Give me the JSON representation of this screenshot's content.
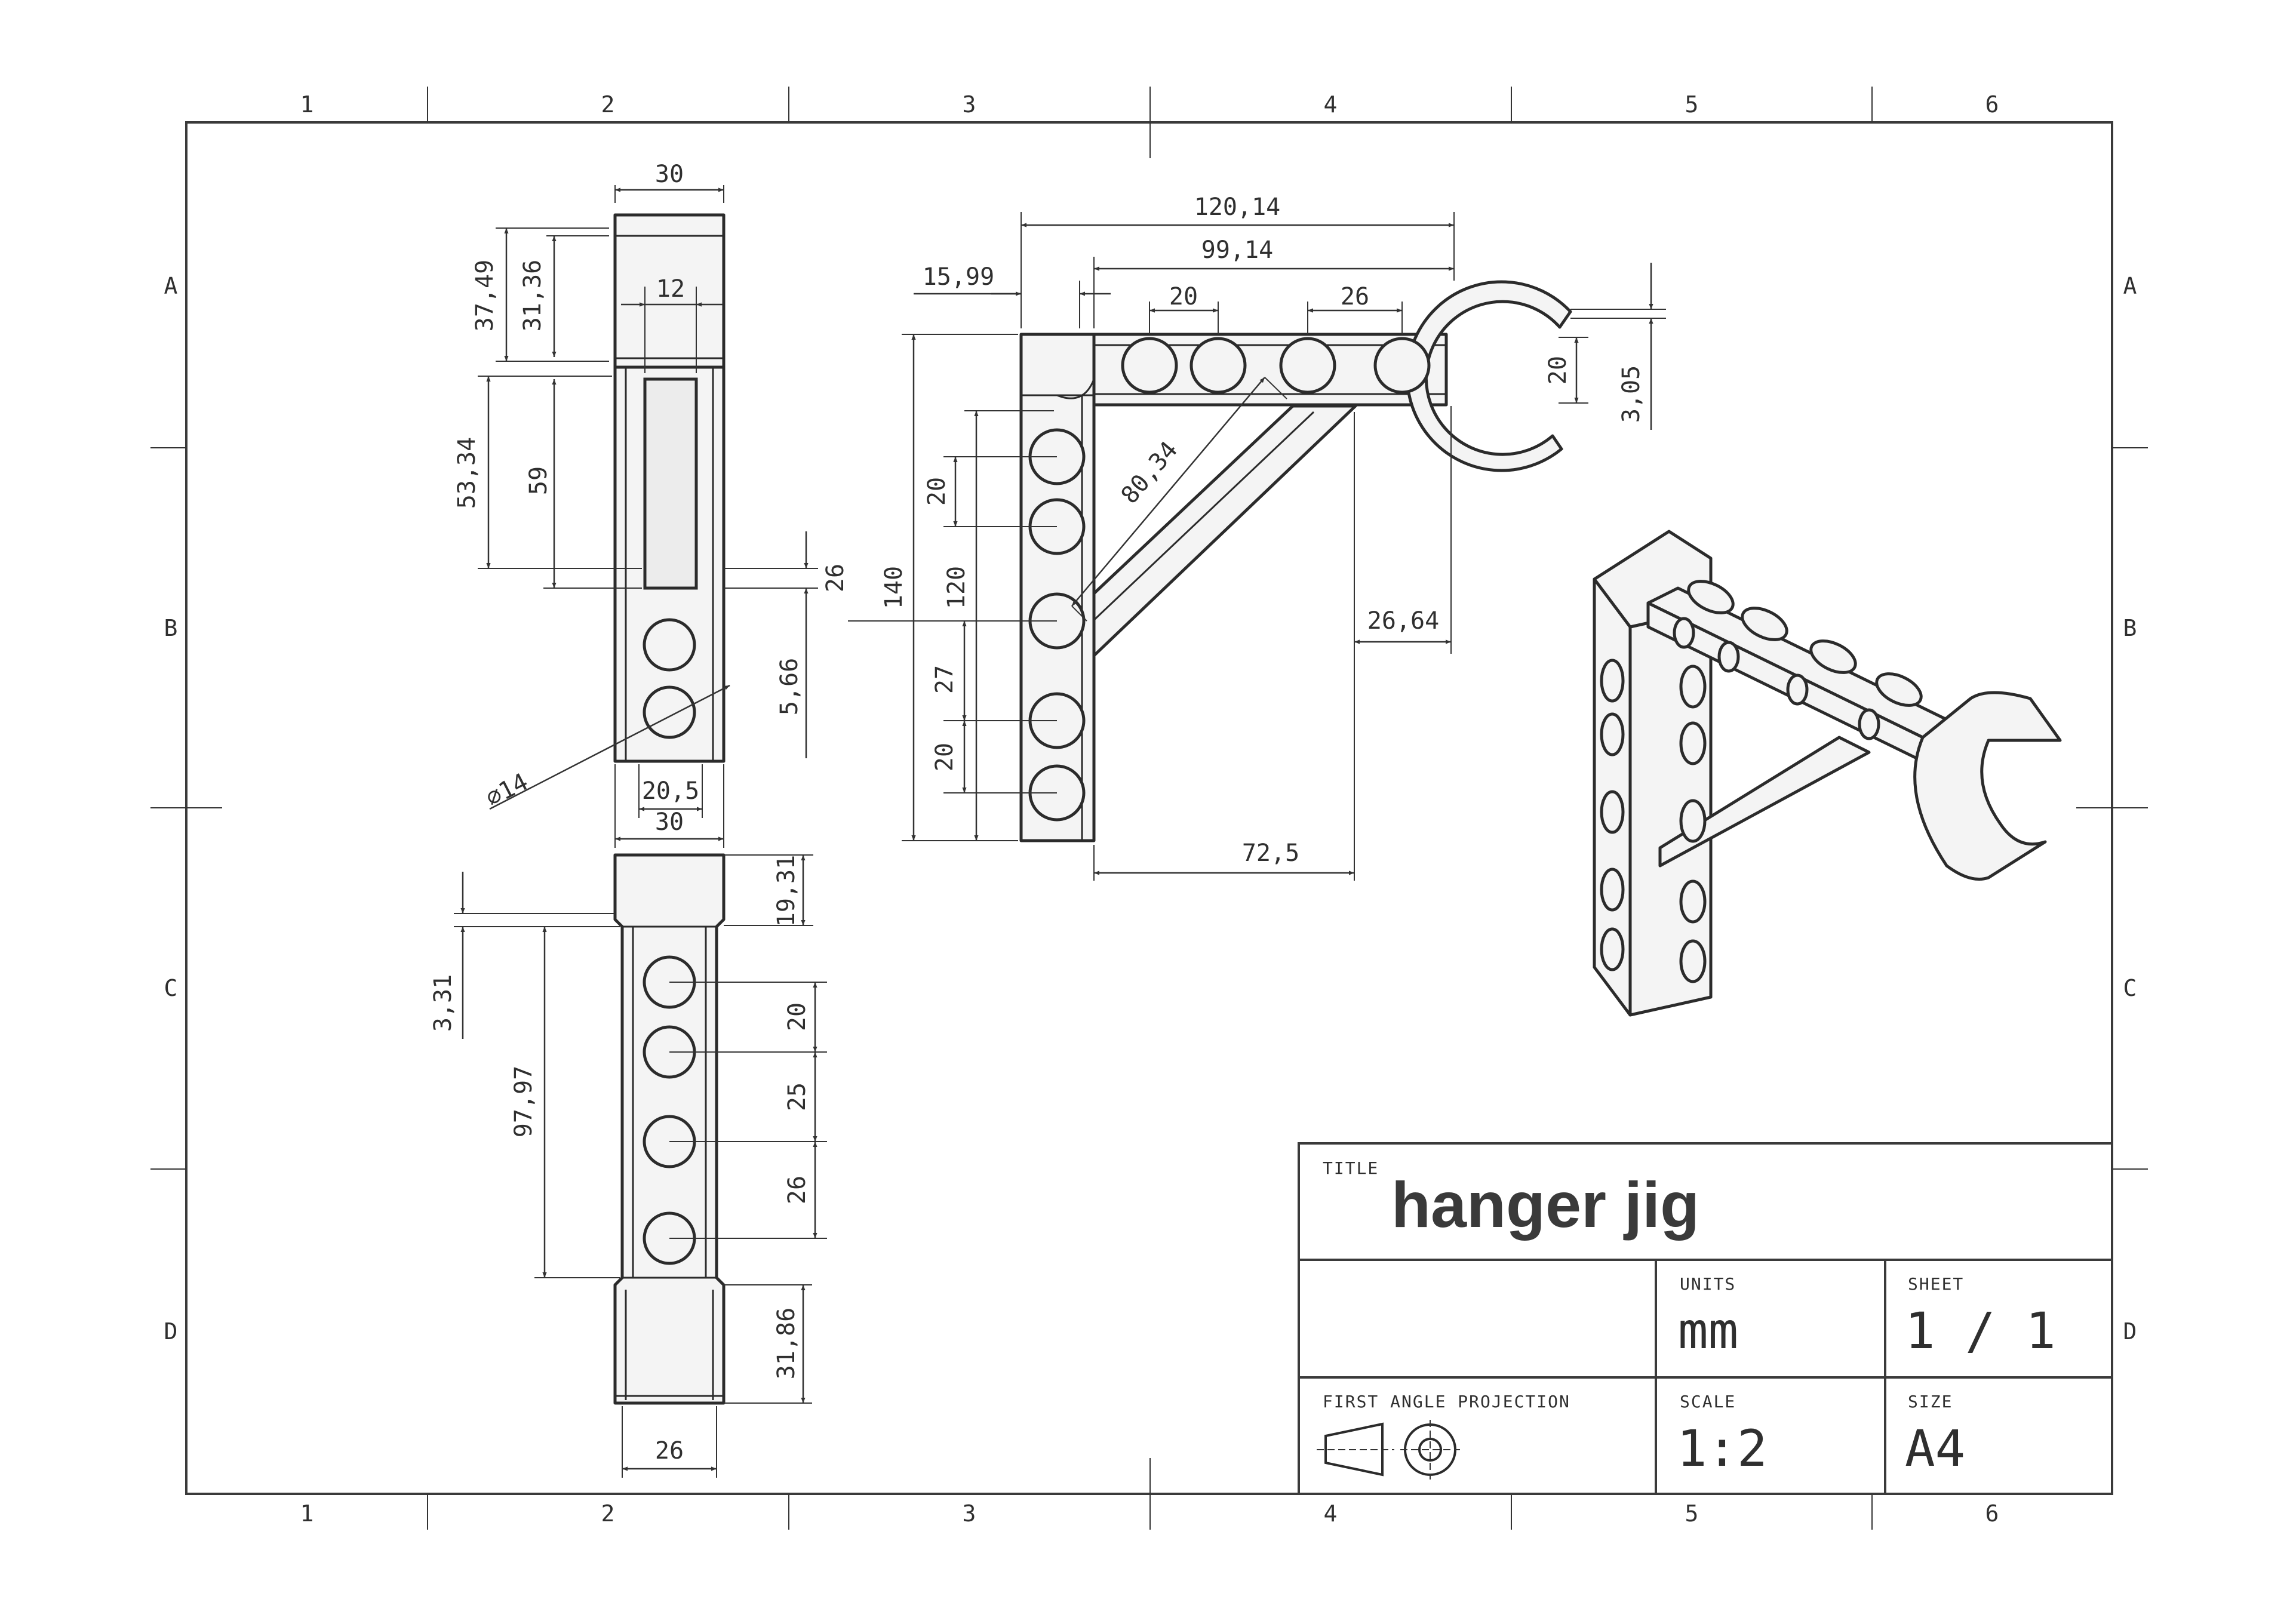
{
  "sheet": {
    "zone_columns": [
      "1",
      "2",
      "3",
      "4",
      "5",
      "6"
    ],
    "zone_rows": [
      "A",
      "B",
      "C",
      "D"
    ]
  },
  "title_block": {
    "title_label": "TITLE",
    "title": "hanger jig",
    "units_label": "UNITS",
    "units": "mm",
    "sheet_label": "SHEET",
    "sheet": "1 / 1",
    "projection_label": "FIRST ANGLE PROJECTION",
    "scale_label": "SCALE",
    "scale": "1:2",
    "size_label": "SIZE",
    "size": "A4"
  },
  "dimensions": {
    "side_top": {
      "width_top": "30",
      "height_a": "37,49",
      "height_b": "31,36",
      "slot_width": "12",
      "len_a": "53,34",
      "len_b": "59",
      "offset": "26",
      "offset_b": "5,66",
      "hole_dia": "⌀14",
      "bottom_width": "20,5",
      "width_bottom": "30"
    },
    "side_bottom": {
      "cap_height": "19,31",
      "step": "3,31",
      "body_len": "97,97",
      "pitch_a": "20",
      "pitch_b": "25",
      "pitch_c": "26",
      "base_height": "31,86",
      "base_width": "26"
    },
    "front": {
      "overall_width": "120,14",
      "arm_width": "99,14",
      "post_width": "15,99",
      "pitch_a": "20",
      "pitch_b": "26",
      "clip_gap": "20",
      "clip_wall": "3,05",
      "brace_len": "80,34",
      "overall_height": "140",
      "inner_height": "120",
      "post_pitch_a": "20",
      "post_pitch_b": "27",
      "post_pitch_c": "20",
      "brace_offset": "26,64",
      "brace_reach": "72,5"
    }
  }
}
